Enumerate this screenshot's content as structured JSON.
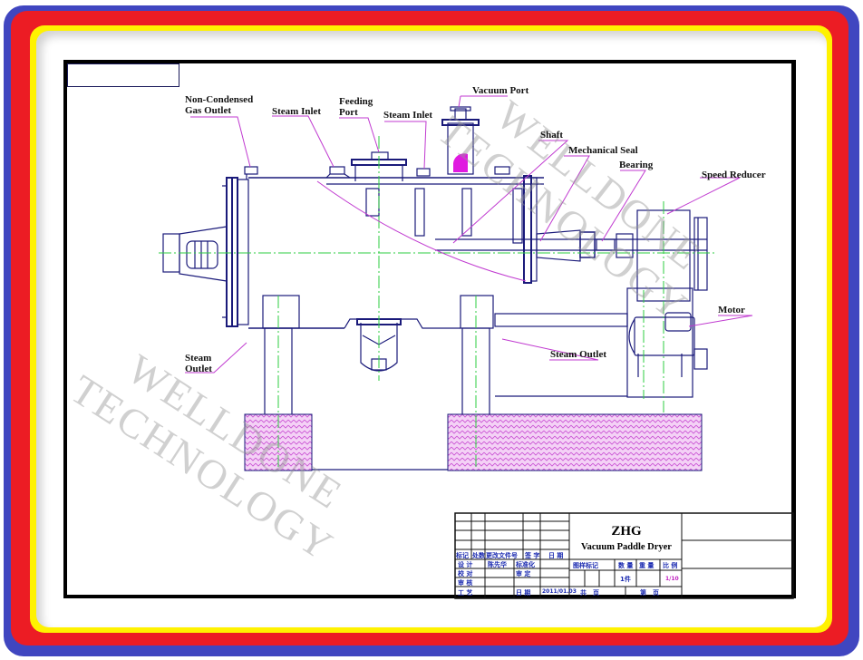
{
  "frame": {
    "colors": {
      "outer": "#4046c0",
      "middle": "#ec1c24",
      "inner": "#fff200",
      "paper": "#ffffff"
    }
  },
  "drawing": {
    "line_color": "#1a1a7a",
    "centerline_color": "#2ecc40",
    "leader_color": "#c03ad0",
    "hatch_color": "#e9a6ee",
    "labels": {
      "non_condensed_gas_outlet_1": "Non-Condensed",
      "non_condensed_gas_outlet_2": "Gas Outlet",
      "steam_inlet_left": "Steam Inlet",
      "feeding_port_1": "Feeding",
      "feeding_port_2": "Port",
      "steam_inlet_right": "Steam Inlet",
      "vacuum_port": "Vacuum Port",
      "shaft": "Shaft",
      "mechanical_seal": "Mechanical Seal",
      "bearing": "Bearing",
      "speed_reducer": "Speed Reducer",
      "motor": "Motor",
      "steam_outlet_left_1": "Steam",
      "steam_outlet_left_2": "Outlet",
      "steam_outlet_right": "Steam Outlet"
    },
    "watermarks": [
      {
        "line1": "WELLDONE",
        "line2": "TECHNOLOGY"
      },
      {
        "line1": "WELLDONE",
        "line2": "TECHNOLOGY"
      }
    ]
  },
  "title_block": {
    "model": "ZHG",
    "name": "Vacuum Paddle Dryer",
    "revision_header": [
      "标记",
      "处数",
      "更改文件号",
      "签 字",
      "日 期"
    ],
    "rows": [
      [
        "设 计",
        "陈先华",
        "标准化",
        ""
      ],
      [
        "校 对",
        "",
        "审 定",
        ""
      ],
      [
        "审 核",
        "",
        "",
        ""
      ],
      [
        "工 艺",
        "",
        "日 期",
        "2011/01.03"
      ]
    ],
    "info_header": [
      "图样标记",
      "数 量",
      "重 量",
      "比 例"
    ],
    "quantity": "1件",
    "scale": "1/10",
    "sheet_total": "共　页",
    "sheet_no": "第　页"
  }
}
